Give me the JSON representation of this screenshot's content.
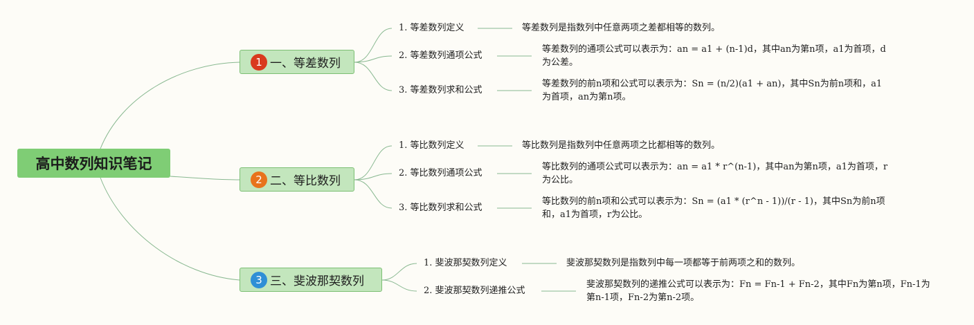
{
  "root": {
    "label": "高中数列知识笔记"
  },
  "colors": {
    "line": "#88b890",
    "badge_1": "#d93a1e",
    "badge_2": "#e8731c",
    "badge_3": "#2f8fd6"
  },
  "branches": [
    {
      "badge": "1",
      "label": "一、等差数列",
      "items": [
        {
          "label": "1. 等差数列定义",
          "desc": "等差数列是指数列中任意两项之差都相等的数列。"
        },
        {
          "label": "2. 等差数列通项公式",
          "desc": "等差数列的通项公式可以表示为：an = a1 + (n-1)d，其中an为第n项，a1为首项，d为公差。"
        },
        {
          "label": "3. 等差数列求和公式",
          "desc": "等差数列的前n项和公式可以表示为：Sn = (n/2)(a1 + an)，其中Sn为前n项和，a1为首项，an为第n项。"
        }
      ]
    },
    {
      "badge": "2",
      "label": "二、等比数列",
      "items": [
        {
          "label": "1. 等比数列定义",
          "desc": "等比数列是指数列中任意两项之比都相等的数列。"
        },
        {
          "label": "2. 等比数列通项公式",
          "desc": "等比数列的通项公式可以表示为：an = a1 * r^(n-1)，其中an为第n项，a1为首项，r为公比。"
        },
        {
          "label": "3. 等比数列求和公式",
          "desc": "等比数列的前n项和公式可以表示为：Sn = (a1 * (r^n - 1))/(r - 1)，其中Sn为前n项和，a1为首项，r为公比。"
        }
      ]
    },
    {
      "badge": "3",
      "label": "三、斐波那契数列",
      "items": [
        {
          "label": "1. 斐波那契数列定义",
          "desc": "斐波那契数列是指数列中每一项都等于前两项之和的数列。"
        },
        {
          "label": "2. 斐波那契数列递推公式",
          "desc": "斐波那契数列的递推公式可以表示为：Fn = Fn-1 + Fn-2，其中Fn为第n项，Fn-1为第n-1项，Fn-2为第n-2项。"
        }
      ]
    }
  ]
}
